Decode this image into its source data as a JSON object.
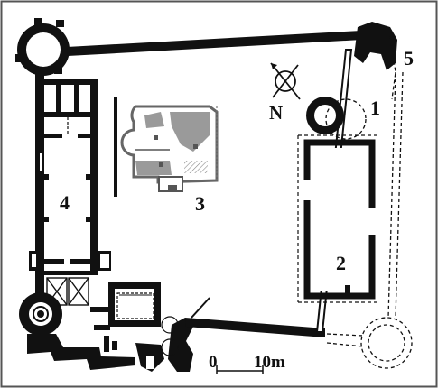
{
  "labels": {
    "num1": "1",
    "num2": "2",
    "num3": "3",
    "num4": "4",
    "num5": "5",
    "north": "N"
  },
  "scale": {
    "zero": "0",
    "distance": "10m"
  },
  "colors": {
    "wall": "#111111",
    "paper": "#ffffff",
    "frame": "#555555",
    "hatch": "#8a8a8a",
    "chapel_shade": "#9a9a9a"
  }
}
